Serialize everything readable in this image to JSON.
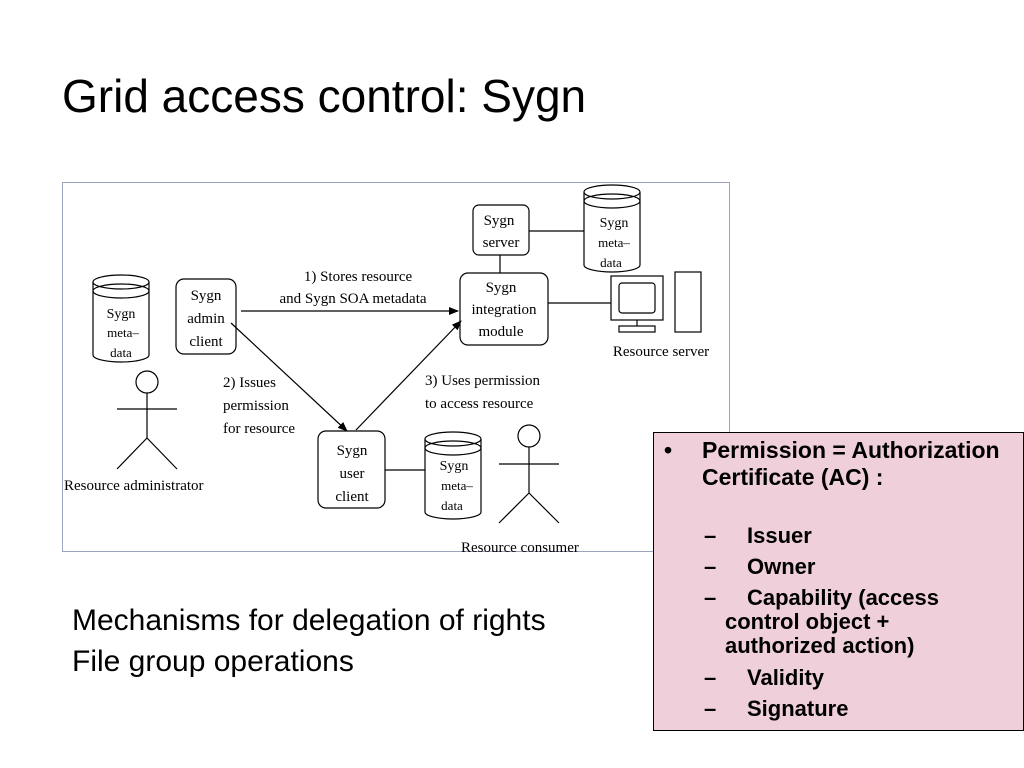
{
  "slide": {
    "title": "Grid access control: Sygn",
    "notes": [
      "Mechanisms for delegation of rights",
      "File group operations"
    ]
  },
  "diagram": {
    "admin_db": [
      "Sygn",
      "meta–",
      "data"
    ],
    "admin_client": [
      "Sygn",
      "admin",
      "client"
    ],
    "resource_administrator": "Resource administrator",
    "step1": [
      "1) Stores resource",
      "and Sygn SOA metadata"
    ],
    "step2": [
      "2) Issues",
      "permission",
      "for resource"
    ],
    "step3": [
      "3) Uses permission",
      "to access resource"
    ],
    "sygn_server": [
      "Sygn",
      "server"
    ],
    "server_db": [
      "Sygn",
      "meta–",
      "data"
    ],
    "integration_module": [
      "Sygn",
      "integration",
      "module"
    ],
    "resource_server": "Resource server",
    "user_client": [
      "Sygn",
      "user",
      "client"
    ],
    "user_db": [
      "Sygn",
      "meta–",
      "data"
    ],
    "resource_consumer": "Resource consumer"
  },
  "callout": {
    "bullet": "•",
    "main": "Permission = Authorization Certificate (AC) :",
    "dash": "–",
    "items": [
      "Issuer",
      "Owner",
      "Capability (access control object + authorized action)",
      "Validity",
      "Signature"
    ],
    "background": "#efcfda"
  }
}
